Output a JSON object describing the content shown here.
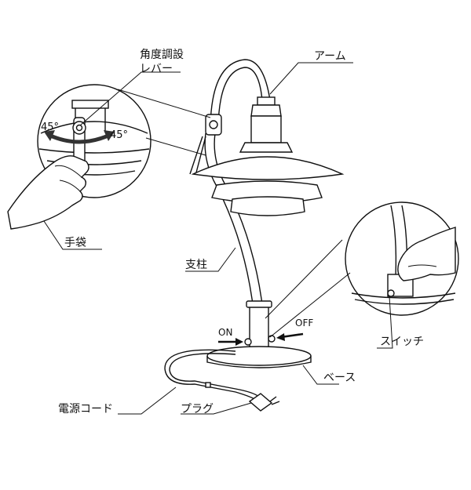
{
  "labels": {
    "angle_lever_line1": "角度調設",
    "angle_lever_line2": "レバー",
    "arm": "アーム",
    "glove": "手袋",
    "pillar": "支柱",
    "switch": "スイッチ",
    "base": "ベース",
    "power_cord": "電源コード",
    "plug": "プラグ"
  },
  "switch_states": {
    "on": "ON",
    "off": "OFF"
  },
  "angles": {
    "left": "45°",
    "right": "45°"
  }
}
